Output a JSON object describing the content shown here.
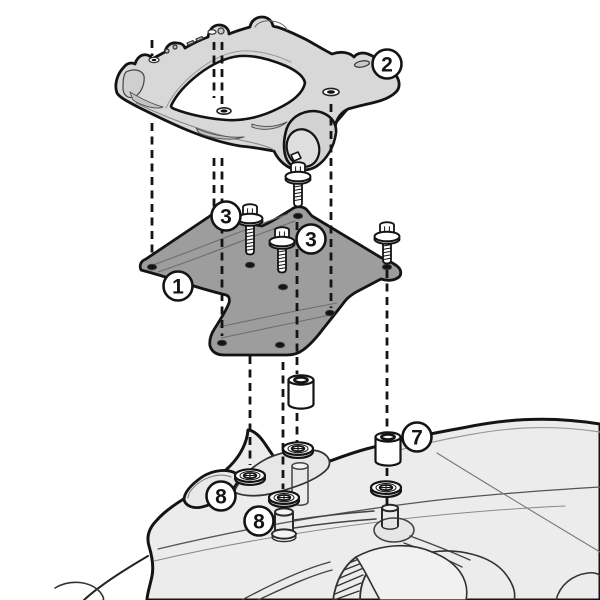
{
  "diagram": {
    "kind": "exploded-assembly-diagram",
    "background": "#ffffff",
    "callouts": [
      {
        "label": "1"
      },
      {
        "label": "2"
      },
      {
        "label": "3"
      },
      {
        "label": "3"
      },
      {
        "label": "7"
      },
      {
        "label": "8"
      },
      {
        "label": "8"
      }
    ],
    "colors": {
      "outline": "#141414",
      "top_plate_fill": "#d8d8d8",
      "top_plate_opening": "#ffffff",
      "bracket_fill": "#9d9d9d",
      "hardware_fill": "#ffffff",
      "moto_fill": "#ececec",
      "cylinder_fill": "#d2d2d2"
    }
  }
}
